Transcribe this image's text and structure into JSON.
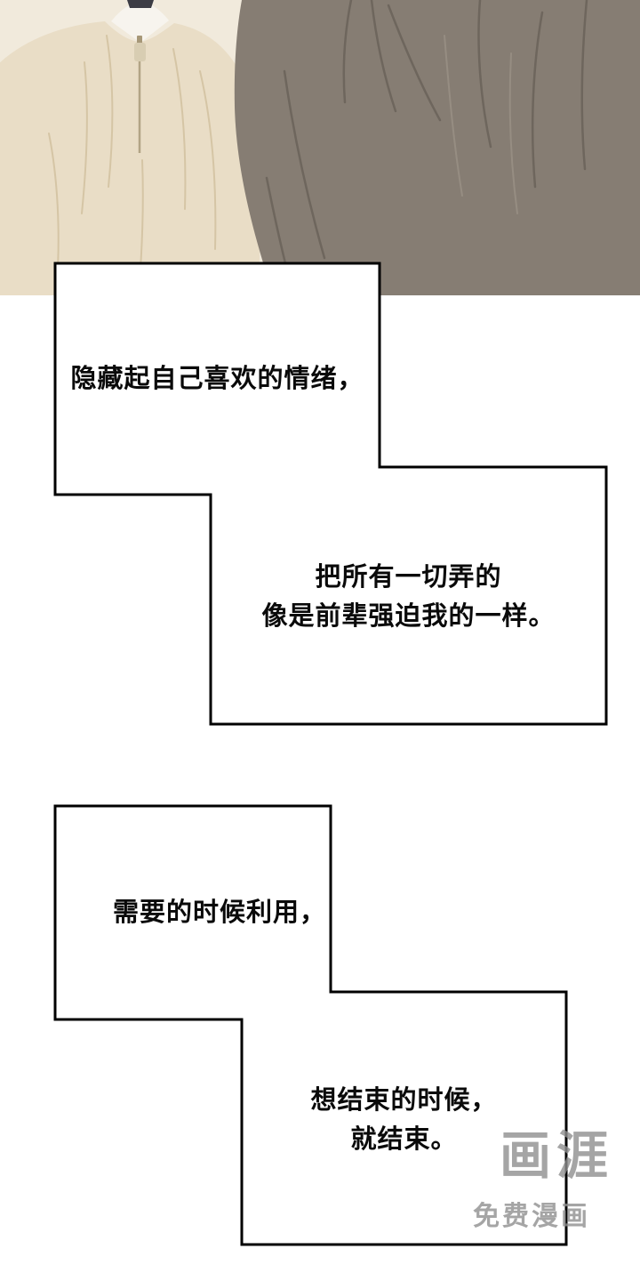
{
  "page": {
    "background": "#ffffff"
  },
  "illustration": {
    "background": "#f1eadc",
    "sweater_color": "#e9ddc6",
    "sweater_fold_color": "#d5c5a5",
    "collar_color": "#f7f4ee",
    "collar_trim_color": "#3c3c44",
    "zipper_color": "#b2a485",
    "zipper_pull_fill": "#d8cdb2",
    "zipper_pull_stroke": "#a79878",
    "jacket_color": "#867d73",
    "jacket_fold_color": "#6e665d",
    "jacket_highlight_color": "#968d82"
  },
  "speech_box": {
    "border_color": "#000000",
    "fill": "#ffffff"
  },
  "captions": [
    {
      "text": "隐藏起自己喜欢的情绪，"
    },
    {
      "text": "把所有一切弄的\n像是前辈强迫我的一样。"
    },
    {
      "text": "需要的时候利用，"
    },
    {
      "text": "想结束的时候，\n就结束。"
    }
  ],
  "watermark": {
    "logo": "画涯",
    "subtitle": "免费漫画",
    "color": "#8f8f8f"
  }
}
